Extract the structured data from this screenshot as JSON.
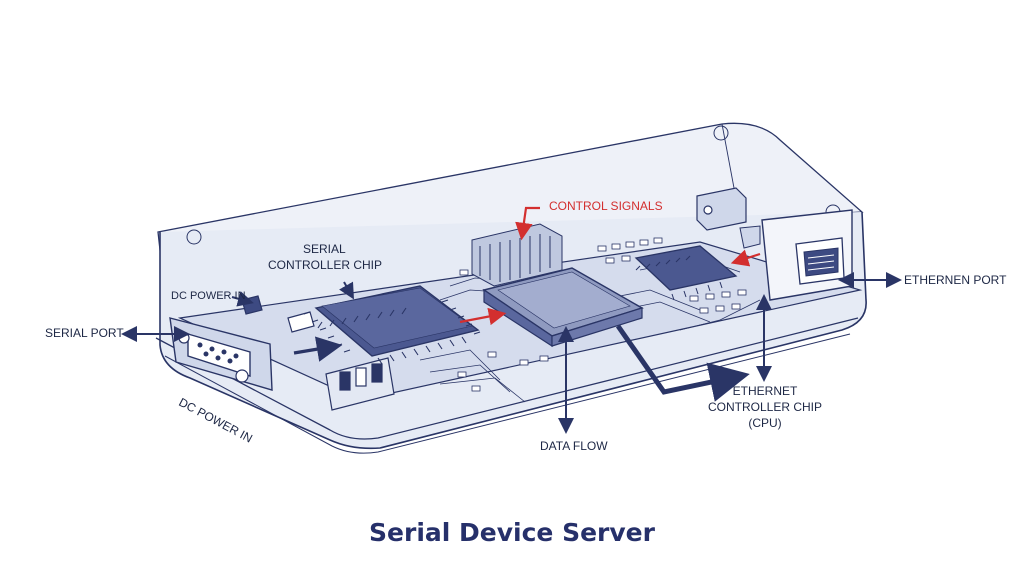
{
  "title": "Serial Device Server",
  "labels": {
    "serial_controller_line1": "SERIAL",
    "serial_controller_line2": "CONTROLLER CHIP",
    "dc_power_top": "DC POWER IN",
    "dc_power_bottom": "DC POWER IN",
    "serial_port": "SERIAL PORT",
    "control_signals": "CONTROL SIGNALS",
    "ethernet_port": "ETHERNEN PORT",
    "ethernet_chip_line1": "ETHERNET",
    "ethernet_chip_line2": "CONTROLLER CHIP",
    "ethernet_chip_line3": "(CPU)",
    "data_flow": "DATA FLOW"
  },
  "colors": {
    "outline": "#2a3566",
    "accent_red": "#d32f2f",
    "enclosure_fill": "#e9edf6",
    "board_fill": "#d5dced"
  }
}
